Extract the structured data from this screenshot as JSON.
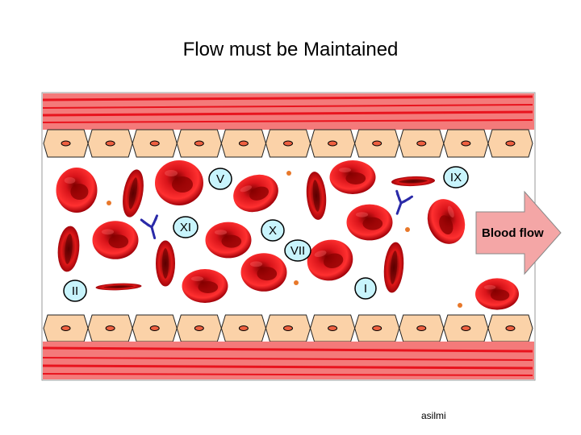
{
  "title": "Flow must be Maintained",
  "flow_label": "Blood flow",
  "credit": "asilmi",
  "factors": [
    "V",
    "IX",
    "XI",
    "X",
    "VII",
    "II",
    "I"
  ],
  "colors": {
    "vessel_wall": "#f47a7a",
    "wall_fiber": "#e8141e",
    "endothelium": "#fbd2a8",
    "cell_nucleus": "#ef6040",
    "rbc": "#d8141a",
    "factor_bubble": "#c8f4fc",
    "arrow_fill": "#f4a6a6",
    "antibody": "#2a2aa8"
  },
  "icons": [
    "red-blood-cell",
    "clotting-factor-bubble",
    "antibody-icon",
    "platelet-dot",
    "flow-arrow"
  ]
}
